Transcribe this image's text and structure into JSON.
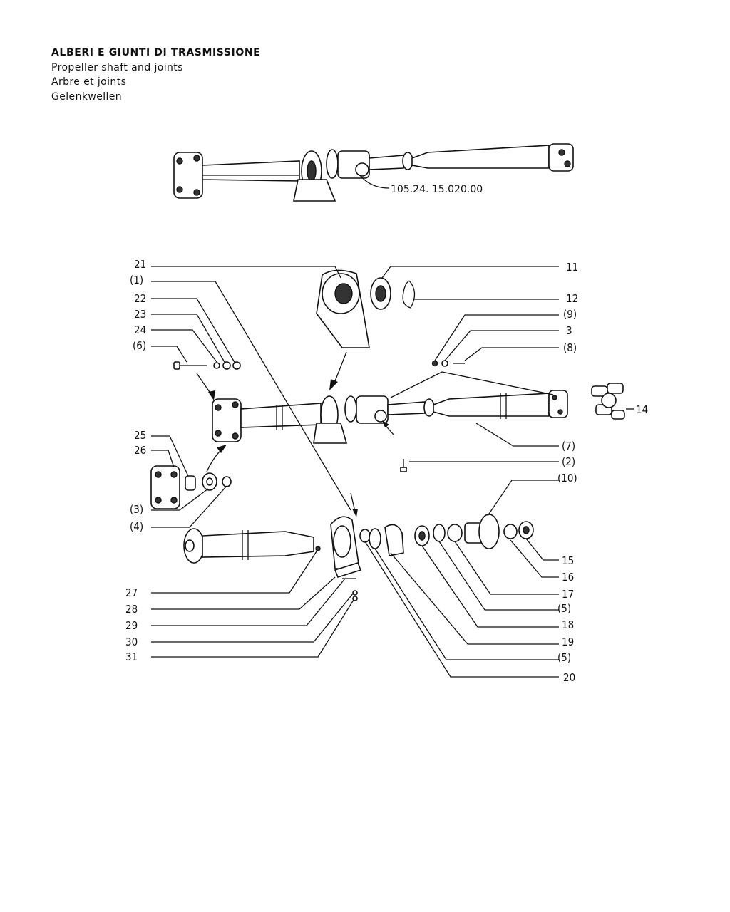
{
  "heading": {
    "it": "ALBERI E GIUNTI DI TRASMISSIONE",
    "en": "Propeller shaft and joints",
    "fr": "Arbre et joints",
    "de": "Gelenkwellen"
  },
  "assembly_part_number": "105.24. 15.020.00",
  "callouts": {
    "c21": "21",
    "c1": "(1)",
    "c22": "22",
    "c23": "23",
    "c24": "24",
    "c6": "(6)",
    "c25": "25",
    "c26": "26",
    "c3p": "(3)",
    "c4p": "(4)",
    "c27": "27",
    "c28": "28",
    "c29": "29",
    "c30": "30",
    "c31": "31",
    "c11": "11",
    "c12": "12",
    "c9": "(9)",
    "c3": "3",
    "c8": "(8)",
    "c14": "14",
    "c7": "(7)",
    "c2": "(2)",
    "c10": "(10)",
    "c15": "15",
    "c16": "16",
    "c17": "17",
    "c5a": "(5)",
    "c18": "18",
    "c19": "19",
    "c5b": "(5)",
    "c20": "20"
  }
}
